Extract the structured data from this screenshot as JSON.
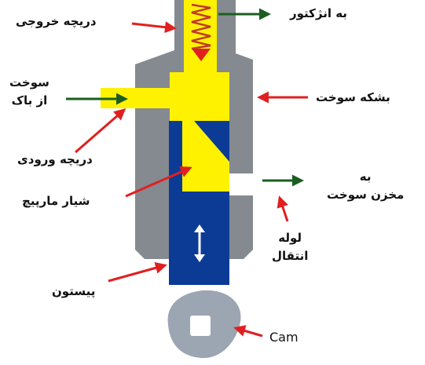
{
  "labels": {
    "outlet_valve": "دریچه خروجی",
    "to_injector": "به انژکتور",
    "fuel_from_tank_line1": "سوخت",
    "fuel_from_tank_line2": "از باک",
    "fuel_barrel": "بشکه سوخت",
    "inlet_valve": "دریچه ورودی",
    "helix_groove": "شیار مارپیچ",
    "to_fuel_tank_line1": "به",
    "to_fuel_tank_line2": "مخزن سوخت",
    "transfer_pipe_line1": "لوله",
    "transfer_pipe_line2": "انتقال",
    "piston": "پیستون",
    "cam": "Cam"
  },
  "colors": {
    "housing": "#858a91",
    "fuel": "#fff200",
    "plunger": "#0c3b96",
    "spring": "#c0392b",
    "pointer_arrow": "#e02020",
    "flow_arrow": "#1b5e20",
    "cam": "#9ca6b2",
    "plunger_motion": "#ffffff"
  },
  "icons": {
    "spring": "coil-spring-icon",
    "plunger_motion": "double-headed-arrow-icon",
    "cam": "cam-lobe-icon"
  }
}
